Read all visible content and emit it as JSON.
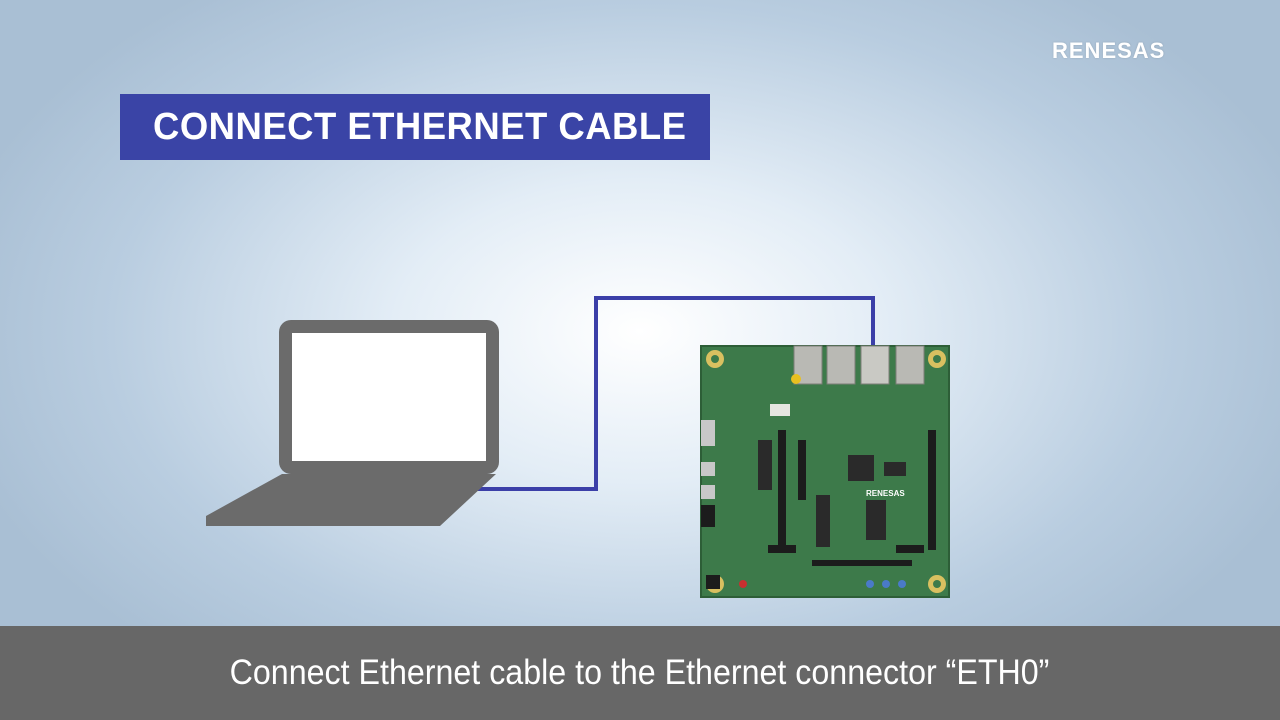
{
  "brand": {
    "logo_text": "RENESAS",
    "board_logo_text": "RENESAS"
  },
  "title": {
    "text": "CONNECT ETHERNET CABLE",
    "bg_color": "#3a44a6"
  },
  "caption": {
    "text": "Connect Ethernet cable to the Ethernet connector “ETH0”"
  },
  "colors": {
    "cable": "#3b3fa8",
    "laptop": "#6b6b6b",
    "board": "#3d7a4a",
    "caption_bar": "#676767"
  },
  "icons": {
    "laptop": "laptop-icon",
    "board": "evaluation-board-icon"
  }
}
